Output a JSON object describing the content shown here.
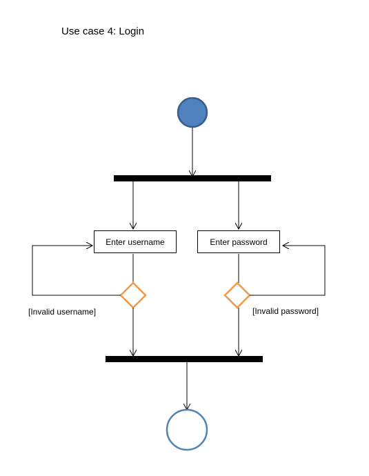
{
  "title": "Use case 4: Login",
  "actions": {
    "enter_username": "Enter username",
    "enter_password": "Enter password"
  },
  "guards": {
    "invalid_username": "[Invalid username]",
    "invalid_password": "[Invalid password]"
  },
  "colors": {
    "initial_fill": "#4f81bd",
    "initial_stroke": "#385d8a",
    "final_stroke": "#4f81bd",
    "decision_stroke": "#f79646",
    "bar": "#000000",
    "line": "#000000"
  }
}
